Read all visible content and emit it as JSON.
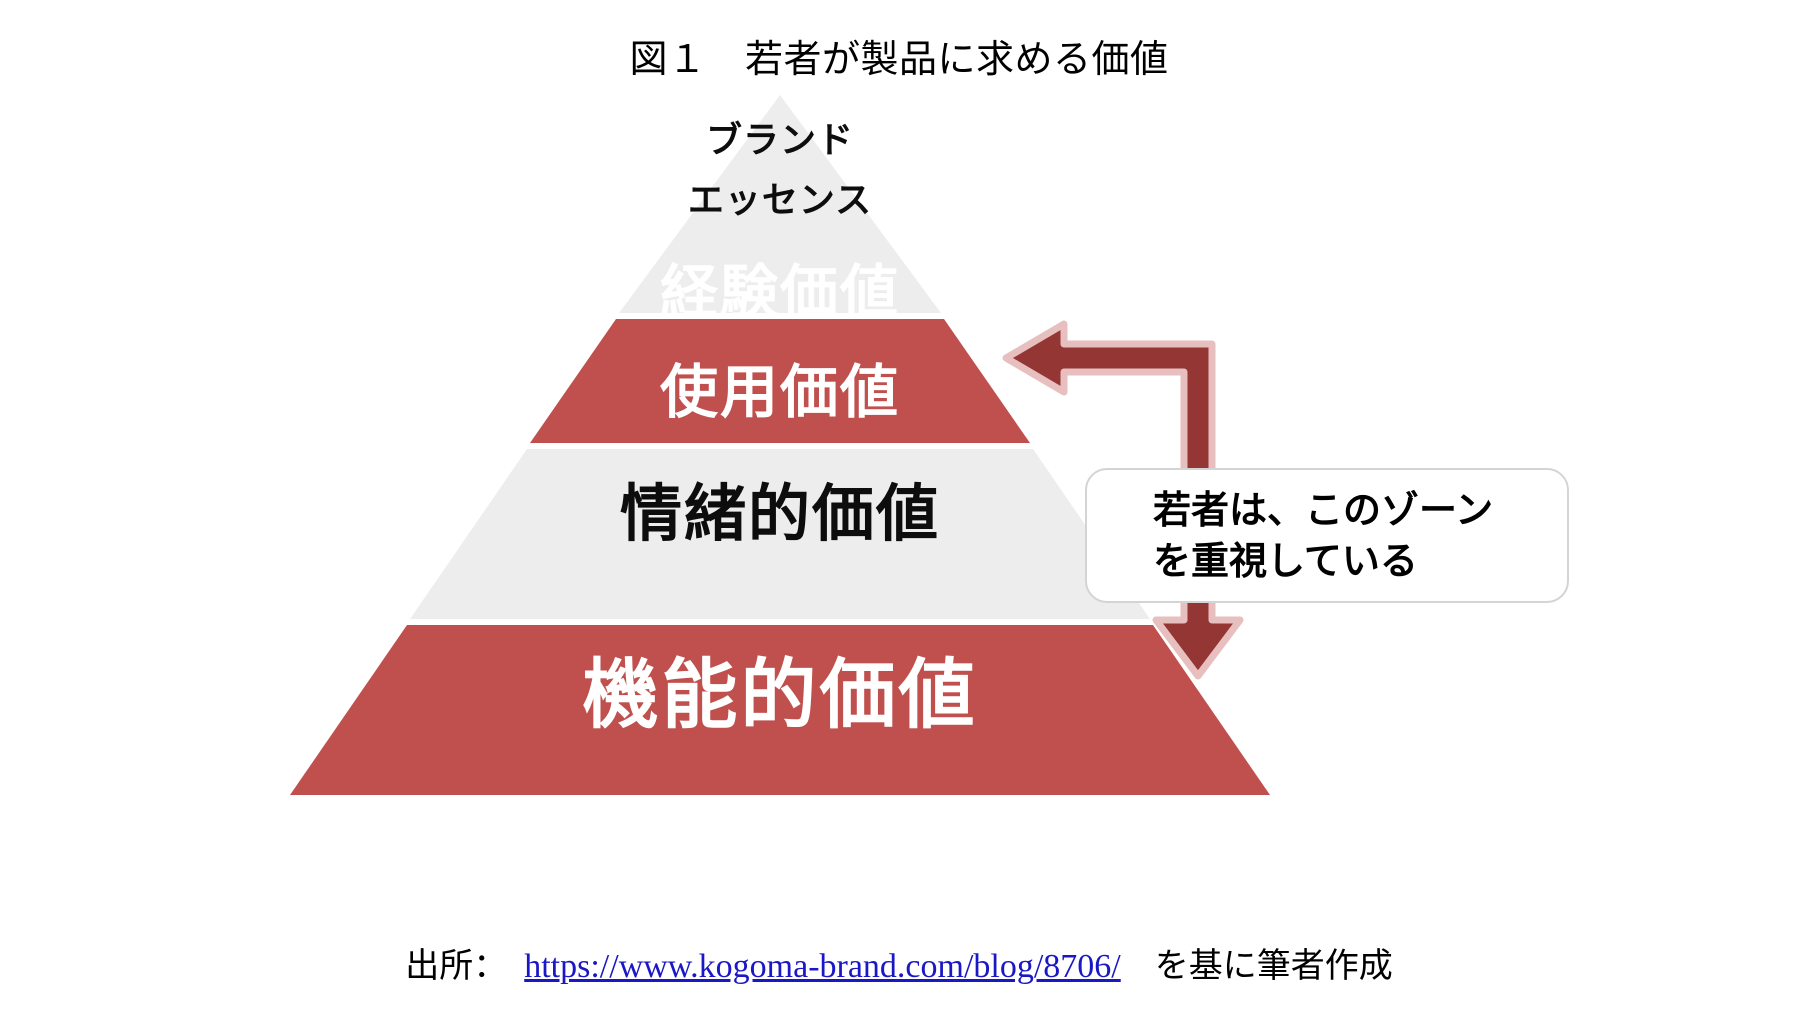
{
  "figure": {
    "title": "図１　若者が製品に求める価値"
  },
  "pyramid": {
    "colors": {
      "red": "#C0504D",
      "grey": "#EDEDED",
      "arrow": "#943634",
      "arrow_outline": "#E8BFBF",
      "link": "#1A18C6"
    },
    "levels": [
      {
        "name": "brand-essence",
        "lines": [
          "ブランド",
          "エッセンス"
        ],
        "fill": "#EDEDED",
        "text_color": "#0D0D0D"
      },
      {
        "name": "experience-and-use-value",
        "lines": [
          "経験価値",
          "使用価値"
        ],
        "fill": "#C0504D",
        "text_color": "#FFFFFF"
      },
      {
        "name": "emotional-value",
        "lines": [
          "情緒的価値"
        ],
        "fill": "#EDEDED",
        "text_color": "#0D0D0D"
      },
      {
        "name": "functional-value",
        "lines": [
          "機能的価値"
        ],
        "fill": "#C0504D",
        "text_color": "#FFFFFF"
      }
    ]
  },
  "annotation": {
    "callout_lines": [
      "若者は、このゾーン",
      "を重視している"
    ]
  },
  "source": {
    "label": "出所：　",
    "url_text": "https://www.kogoma-brand.com/blog/8706/",
    "tail": "　を基に筆者作成"
  }
}
